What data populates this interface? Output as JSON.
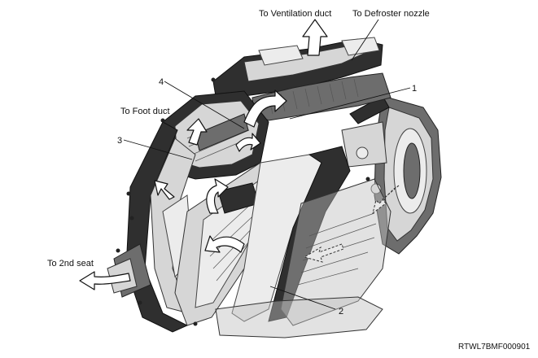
{
  "labels": {
    "ventilation": "To Ventilation duct",
    "defroster": "To Defroster nozzle",
    "foot": "To Foot duct",
    "second_seat": "To 2nd seat"
  },
  "callouts": [
    "1",
    "2",
    "3",
    "4"
  ],
  "figure_code": "RTWL7BMF000901"
}
